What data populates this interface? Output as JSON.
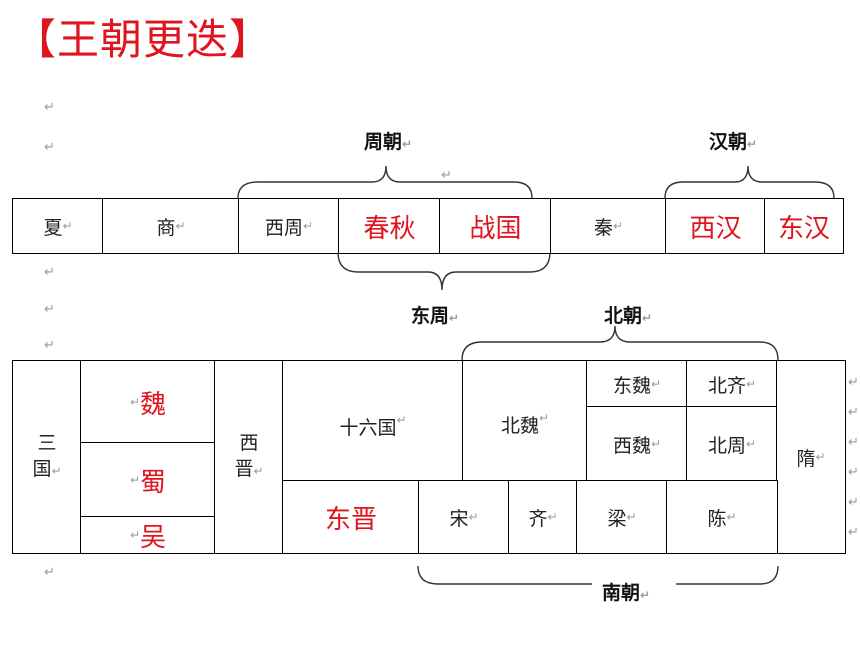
{
  "title": "【王朝更迭】",
  "para_mark": "↵",
  "top_row": {
    "xia": "夏",
    "shang": "商",
    "xizhou": "西周",
    "chunqiu": "春秋",
    "zhanguo": "战国",
    "qin": "秦",
    "xihan": "西汉",
    "donghan": "东汉"
  },
  "top_labels": {
    "zhouchao": "周朝",
    "hanchao": "汉朝",
    "dongzhou": "东周"
  },
  "bottom_labels": {
    "beichao": "北朝",
    "nanchao": "南朝"
  },
  "bottom_table": {
    "sanguo_1": "三",
    "sanguo_2": "国",
    "wei": "魏",
    "shu": "蜀",
    "wu": "吴",
    "xijin_1": "西",
    "xijin_2": "晋",
    "shiliuguo": "十六国",
    "dongjin": "东晋",
    "beiwei": "北魏",
    "dongwei": "东魏",
    "beiqi": "北齐",
    "xiwei": "西魏",
    "beizhou": "北周",
    "sui": "隋",
    "song": "宋",
    "qi": "齐",
    "liang": "梁",
    "chen": "陈"
  }
}
